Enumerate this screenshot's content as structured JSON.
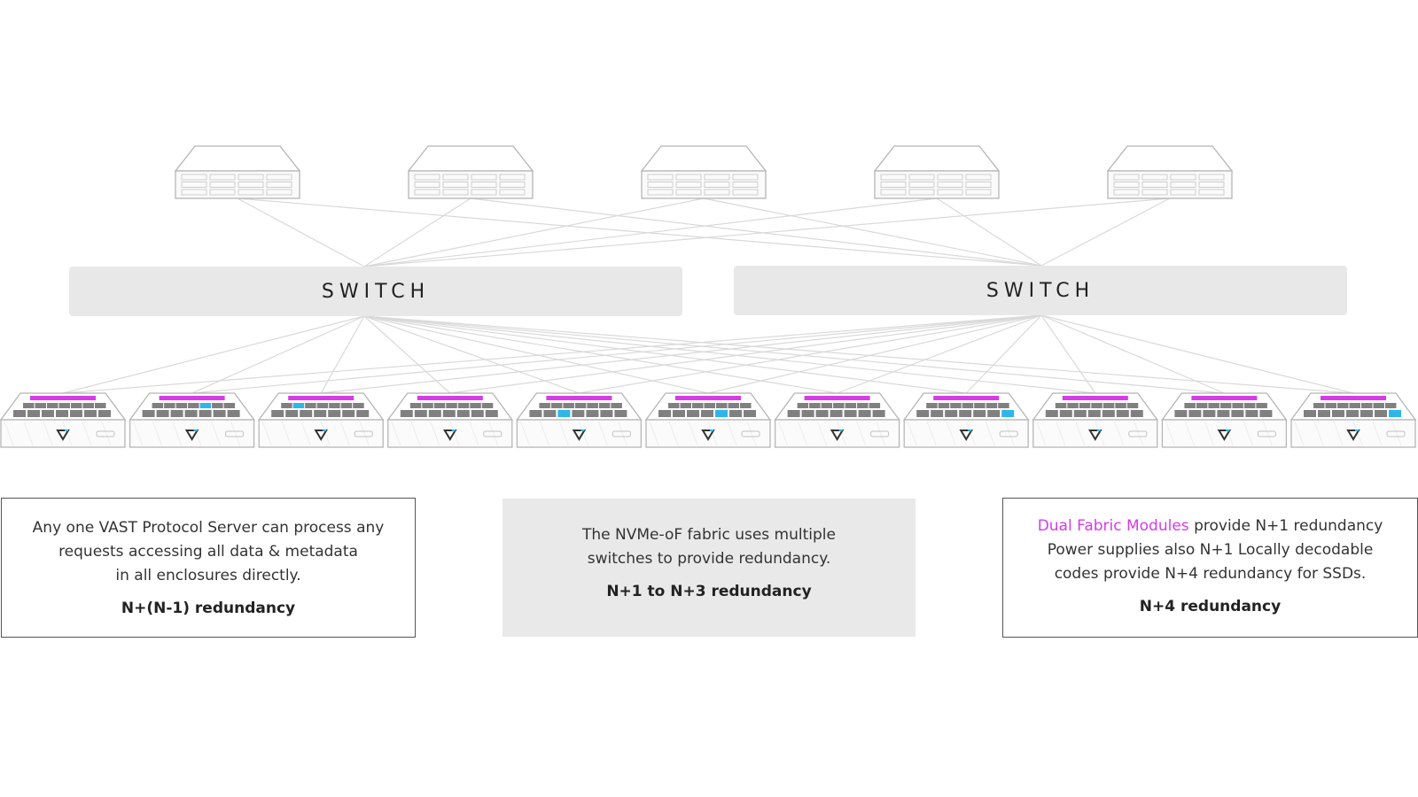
{
  "switches": [
    {
      "label": "SWITCH"
    },
    {
      "label": "SWITCH"
    }
  ],
  "protocol_servers": {
    "count": 5
  },
  "enclosures": {
    "count": 11,
    "highlighted_ssd": [
      null,
      4,
      1,
      null,
      9,
      11,
      null,
      13,
      null,
      null,
      13
    ]
  },
  "colors": {
    "fabric_module": "#d63be8",
    "failed_ssd": "#2fb6e8",
    "ssd": "#808080",
    "switch_bg": "#e8e8e8",
    "link": "#d9d9d9"
  },
  "boxes": {
    "protocol": {
      "lines": [
        "Any one VAST Protocol Server can process any",
        "requests accessing all data & metadata",
        "in all enclosures directly."
      ],
      "redundancy": "N+(N-1) redundancy"
    },
    "fabric": {
      "lines": [
        "The NVMe-oF fabric uses multiple",
        "switches to provide redundancy."
      ],
      "redundancy": "N+1 to N+3 redundancy"
    },
    "enclosure": {
      "highlight": "Dual Fabric Modules",
      "line1_rest": " provide N+1 redundancy",
      "lines": [
        "Power supplies also N+1 Locally decodable",
        "codes provide N+4 redundancy for SSDs."
      ],
      "redundancy": "N+4 redundancy"
    }
  }
}
